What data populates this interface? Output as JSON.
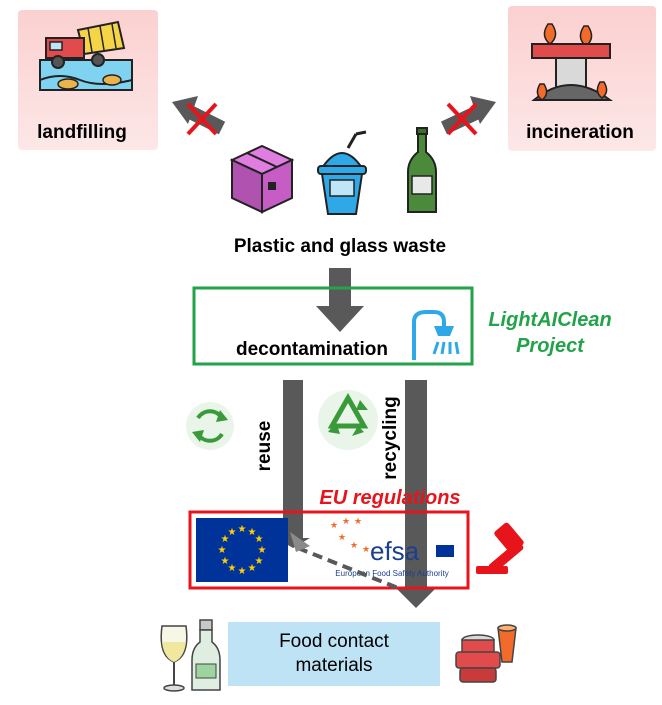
{
  "labels": {
    "landfilling": "landfilling",
    "incineration": "incineration",
    "waste": "Plastic and glass waste",
    "decontamination": "decontamination",
    "project_line1": "LightAIClean",
    "project_line2": "Project",
    "reuse": "reuse",
    "recycling": "recycling",
    "eu_regulations": "EU regulations",
    "efsa_logo": "efsa",
    "efsa_caption": "European Food Safety Authority",
    "food_line1": "Food contact",
    "food_line2": "materials"
  },
  "colors": {
    "arrow_gray": "#595959",
    "bad_bg": "#fde0e0",
    "cross_red": "#e8141b",
    "project_green": "#22a34a",
    "reg_red": "#e8141b",
    "food_box": "#bde3f5",
    "eu_blue": "#003399",
    "eu_star": "#ffcc00",
    "box_purple": "#c55dc4",
    "cup_blue": "#2ea8e6",
    "bottle_green": "#4a8a3a"
  },
  "icons": [
    "dump-truck-icon",
    "incinerator-icon",
    "cardboard-box-icon",
    "plastic-cup-icon",
    "glass-bottle-icon",
    "shower-icon",
    "reuse-arrows-icon",
    "recycling-icon",
    "gavel-icon",
    "wine-glass-icon",
    "milk-bottle-icon",
    "food-container-icon"
  ]
}
